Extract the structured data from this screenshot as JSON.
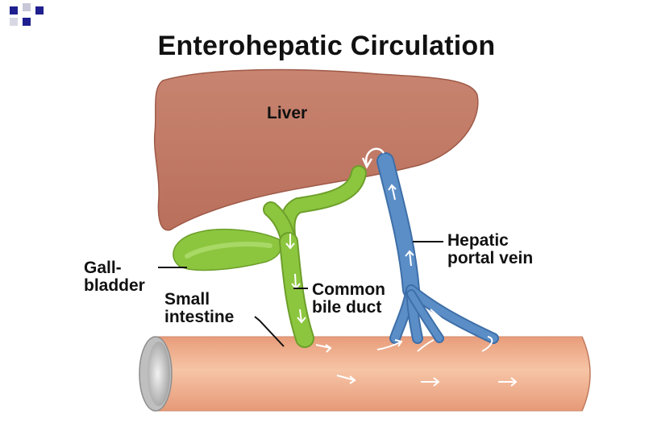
{
  "title": "Enterohepatic Circulation",
  "labels": {
    "liver": "Liver",
    "gallbladder": [
      "Gall-",
      "bladder"
    ],
    "small_intestine": [
      "Small",
      "intestine"
    ],
    "common_bile_duct": [
      "Common",
      "bile duct"
    ],
    "hepatic_portal_vein": [
      "Hepatic",
      "portal vein"
    ]
  },
  "colors": {
    "liver": "#c27a68",
    "bile_green": "#8cc63f",
    "vein_blue": "#5b8ec7",
    "intestine": "#efad8b",
    "deco_navy": "#1f1f8f"
  }
}
